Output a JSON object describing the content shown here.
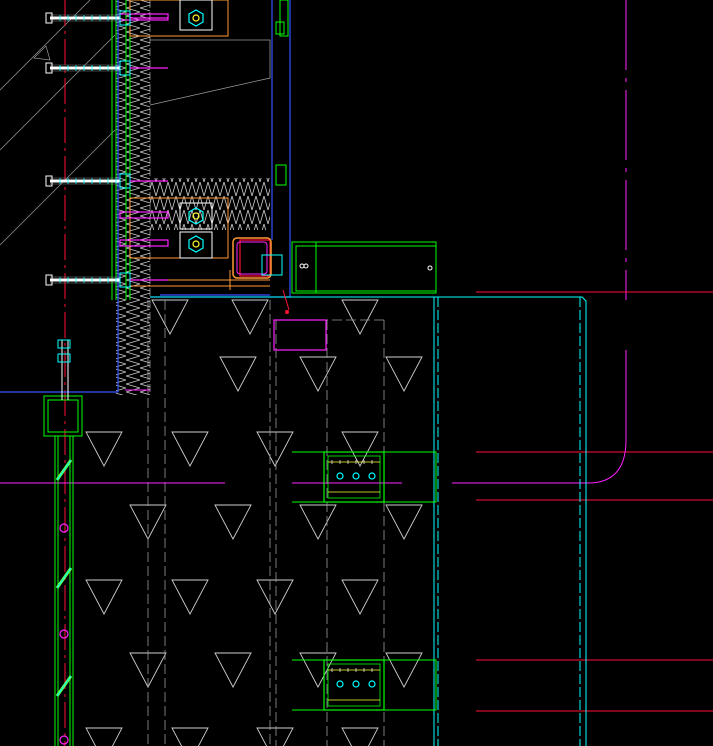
{
  "drawing": {
    "background": "#000000",
    "colors": {
      "green": "#00ff00",
      "lime": "#66ff44",
      "cyan": "#00ffff",
      "blue": "#3355ff",
      "red": "#ff1133",
      "magenta": "#ff22ff",
      "white": "#ffffff",
      "orange": "#ff9933",
      "yellow": "#ffff33",
      "grey": "#9a9a9a"
    },
    "patterns": [
      "triangle-hatch",
      "zigzag-insulation",
      "diagonal-hatch"
    ],
    "components": [
      "anchor-bolt",
      "steel-bracket",
      "aluminium-mullion",
      "window-frame",
      "glass-panel",
      "wall-panel",
      "rhs-section"
    ]
  }
}
